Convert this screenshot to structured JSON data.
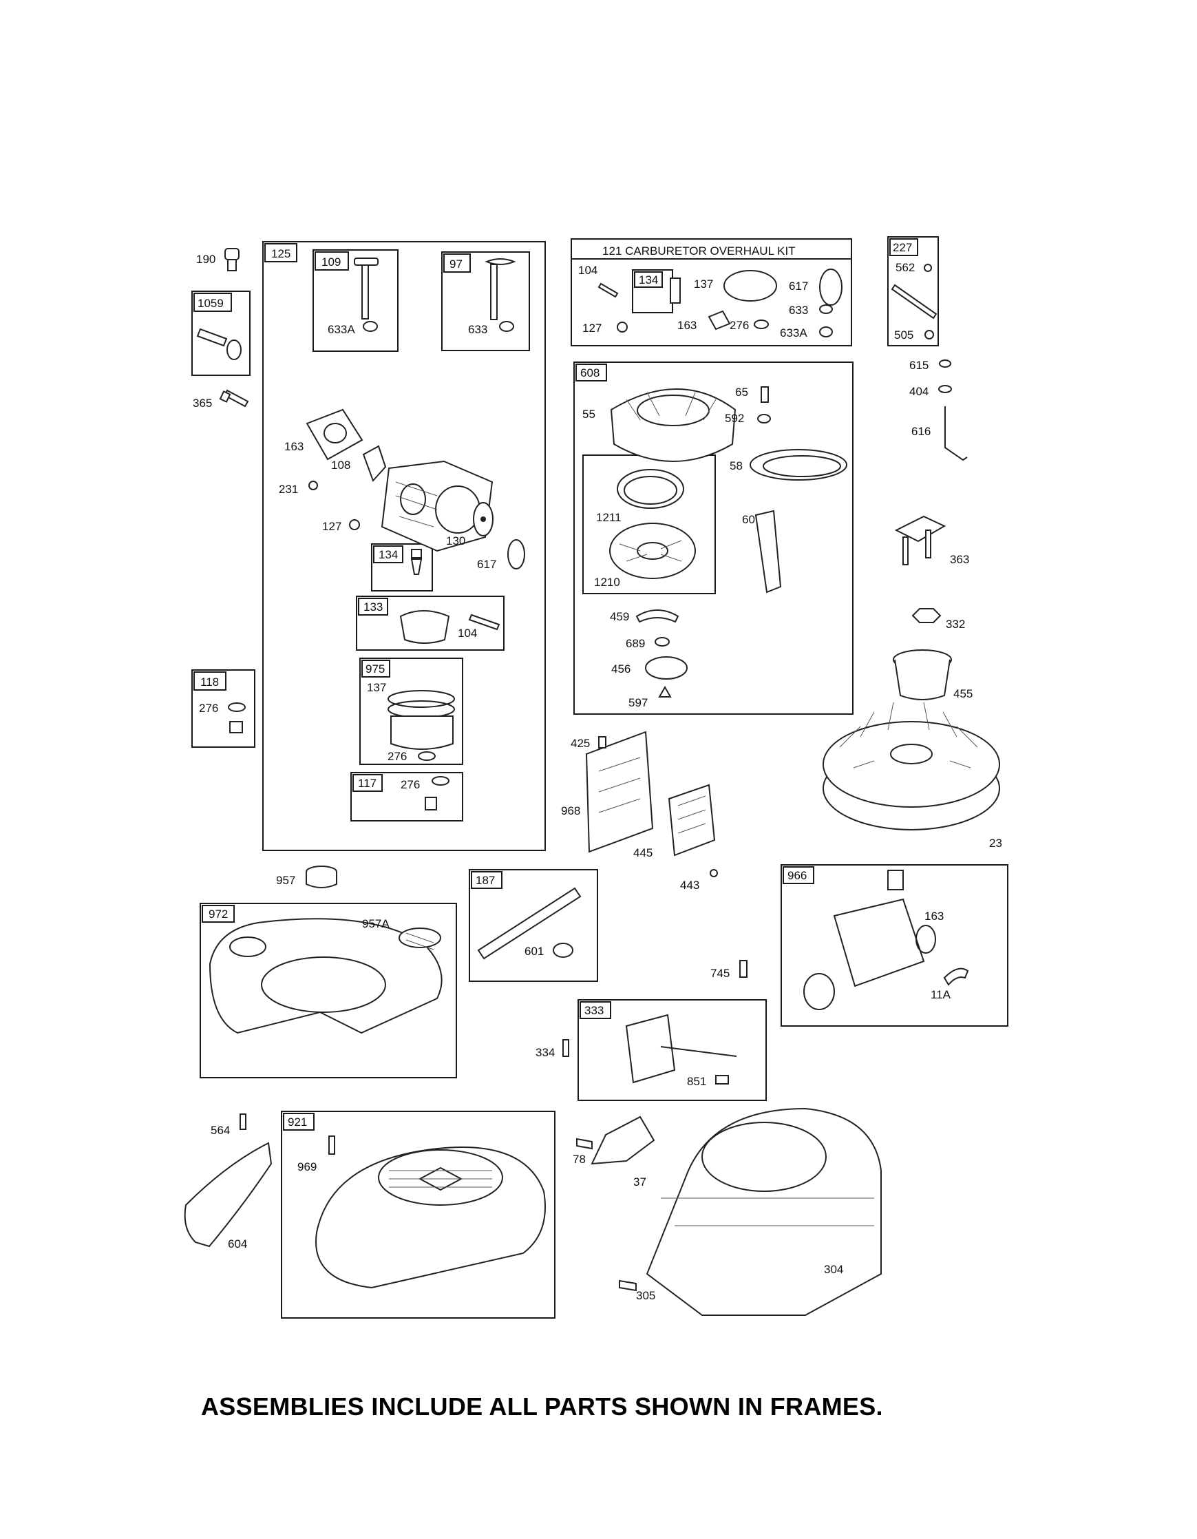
{
  "footer": "ASSEMBLIES INCLUDE ALL PARTS SHOWN IN FRAMES.",
  "frames": {
    "f125": "125",
    "f109": "109",
    "f97": "97",
    "f134a": "134",
    "f133": "133",
    "f975": "975",
    "f117": "117",
    "f1059": "1059",
    "f118": "118",
    "f121": "121 CARBURETOR OVERHAUL KIT",
    "f134b": "134",
    "f227": "227",
    "f608": "608",
    "f972": "972",
    "f187": "187",
    "f966": "966",
    "f333": "333",
    "f921": "921"
  },
  "labels": {
    "p190": "190",
    "p365": "365",
    "p276a": "276",
    "p633A_a": "633A",
    "p633a": "633",
    "p163a": "163",
    "p108": "108",
    "p231": "231",
    "p127a": "127",
    "p130": "130",
    "p617a": "617",
    "p104a": "104",
    "p137a": "137",
    "p276b": "276",
    "p276c": "276",
    "p104b": "104",
    "p127b": "127",
    "p137b": "137",
    "p617b": "617",
    "p163b": "163",
    "p276d": "276",
    "p633b": "633",
    "p633A_b": "633A",
    "p562": "562",
    "p505": "505",
    "p615": "615",
    "p404": "404",
    "p616": "616",
    "p363": "363",
    "p332": "332",
    "p455": "455",
    "p23": "23",
    "p65": "65",
    "p55": "55",
    "p592": "592",
    "p58": "58",
    "p1211": "1211",
    "p60": "60",
    "p1210": "1210",
    "p459": "459",
    "p689": "689",
    "p456": "456",
    "p597": "597",
    "p425": "425",
    "p968": "968",
    "p445": "445",
    "p443": "443",
    "p957": "957",
    "p957A": "957A",
    "p601": "601",
    "p745": "745",
    "p163c": "163",
    "p11A": "11A",
    "p334": "334",
    "p851": "851",
    "p564": "564",
    "p604": "604",
    "p969": "969",
    "p78": "78",
    "p37": "37",
    "p304": "304",
    "p305": "305"
  }
}
